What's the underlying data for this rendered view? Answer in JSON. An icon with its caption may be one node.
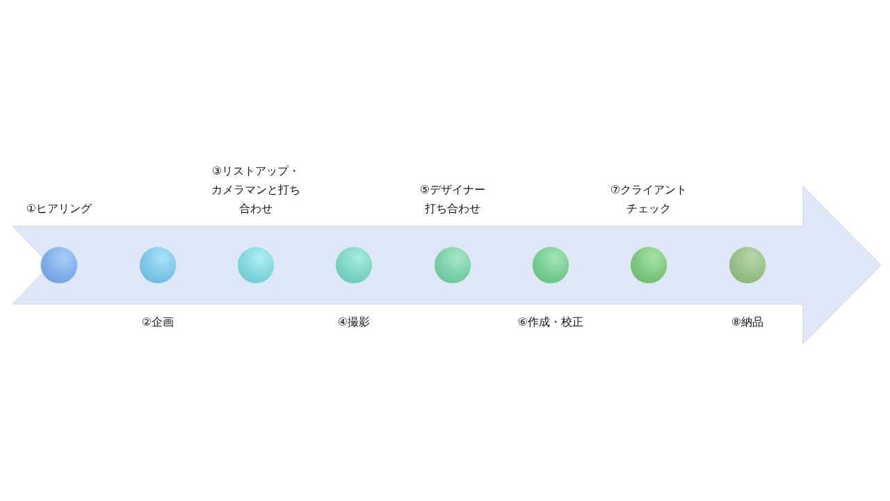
{
  "diagram": {
    "nodes": [
      {
        "text": [],
        "shape": "circle",
        "beside": [
          "①ヒアリング"
        ]
      },
      {
        "text": [],
        "shape": "circle",
        "beside": [
          "②企画"
        ]
      },
      {
        "text": [],
        "shape": "circle",
        "beside": [
          "③リストアップ・カメラマンと打ち合わせ"
        ]
      },
      {
        "text": [],
        "shape": "circle",
        "beside": [
          "④撮影"
        ]
      },
      {
        "text": [],
        "shape": "circle",
        "beside": [
          "⑤デザイナー打ち合わせ"
        ]
      },
      {
        "text": [],
        "shape": "circle",
        "beside": [
          "⑥作成・校正"
        ]
      },
      {
        "text": [],
        "shape": "circle",
        "beside": [
          "⑦クライアントチェック"
        ]
      },
      {
        "text": [],
        "shape": "circle",
        "beside": [
          "⑧納品"
        ]
      }
    ]
  }
}
